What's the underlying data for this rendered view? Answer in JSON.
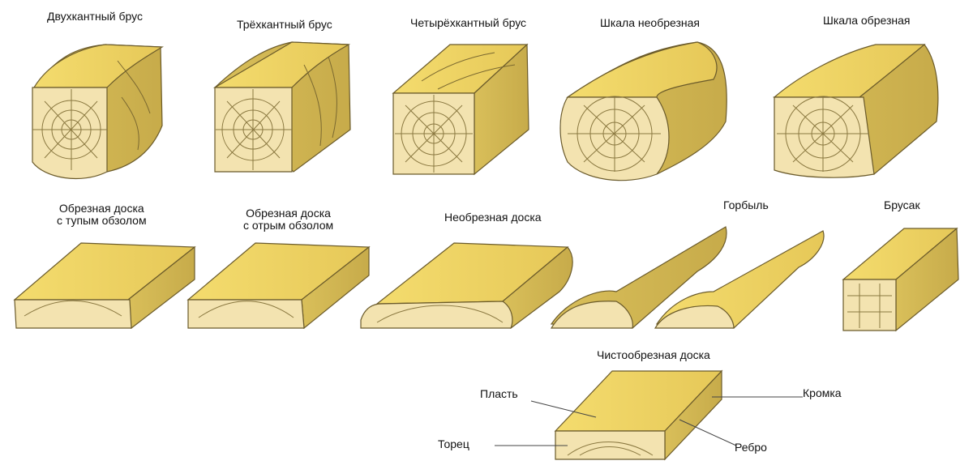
{
  "labels": {
    "double_edged_beam": "Двухкантный брус",
    "three_edged_beam": "Трёхкантный брус",
    "four_edged_beam": "Четырёхкантный брус",
    "unedged_slab": "Шкала необрезная",
    "edged_slab": "Шкала обрезная",
    "edged_board_blunt_wane": [
      "Обрезная доска",
      "с тупым обзолом"
    ],
    "edged_board_sharp_wane": [
      "Обрезная доска",
      "с отрым обзолом"
    ],
    "unedged_board": "Необрезная доска",
    "slab_wood": "Горбыль",
    "bar": "Брусак",
    "clean_edged_board": "Чистообрезная доска"
  },
  "parts": {
    "face": "Пласть",
    "edge": "Кромка",
    "end": "Торец",
    "arris": "Ребро"
  },
  "colors": {
    "top_face": "#f0d66a",
    "side_face": "#d4b955",
    "end_grain": "#f3e3b0",
    "outline": "#6a5a2a",
    "grain": "#7a6830"
  }
}
